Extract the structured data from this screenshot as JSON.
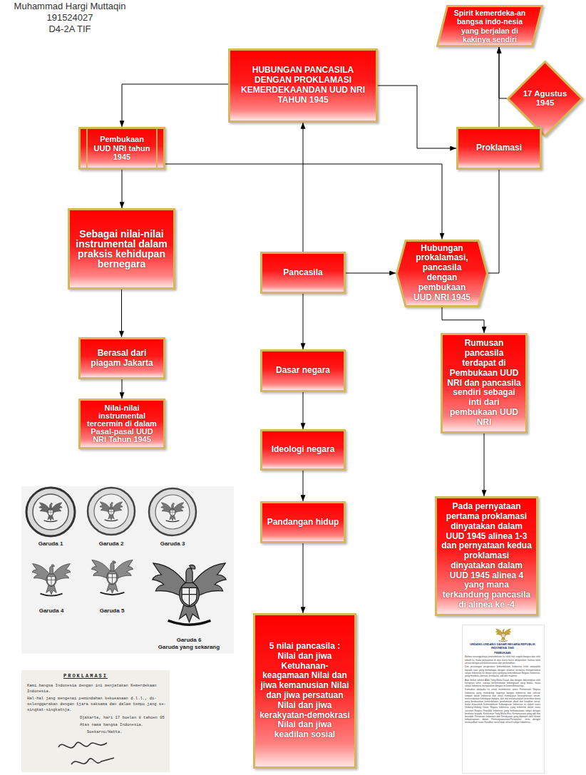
{
  "diagram": {
    "nodes": [
      {
        "text": [
          "Spirit kemerdeka-an bangsa indo-nesia yang berjalan di kakinya sendiri"
        ]
      },
      {
        "text": [
          "HUBUNGAN PANCASILA DENGAN PROKLAMASI KEMERDEKAANDAN UUD NRI TAHUN 1945"
        ]
      },
      {
        "text": [
          "17 Agustus 1945"
        ]
      },
      {
        "text": [
          "Pembukaan UUD NRI tahun 1945"
        ]
      },
      {
        "text": [
          "Proklamasi"
        ]
      },
      {
        "text": [
          "Sebagai nilai-nilai instrumental dalam praksis kehidupan bernegara"
        ]
      },
      {
        "text": [
          "Hubungan prokalamasi, pancasila dengan pembukaan UUD NRI 1945"
        ]
      },
      {
        "text": [
          "Pancasila"
        ]
      },
      {
        "text": [
          "Berasal dari piagam Jakarta"
        ]
      },
      {
        "text": [
          "Rumusan pancasila terdapat di Pembukaan UUD NRI dan pancasila sendiri sebagai inti dari pembukaan UUD NRI"
        ]
      },
      {
        "text": [
          "Dasar negara"
        ]
      },
      {
        "text": [
          "Nilai-nilai instrumental tercermin di dalam Pasal-pasal UUD NRI Tahun 1945"
        ]
      },
      {
        "text": [
          "Ideologi negara"
        ]
      },
      {
        "text": [
          "Pandangan hidup"
        ]
      },
      {
        "text": [
          "Pada pernyataan pertama proklamasi dinyatakan dalam UUD 1945 alinea 1-3 dan pernyataan kedua proklamasi dinyatakan dalam UUD 1945 alinea 4 yang mana terkandung pancasila di alinea ke -4"
        ]
      },
      {
        "text": [
          "5 nilai pancasila : Nilai dan jiwa Ketuhanan-keagamaan Nilai dan jiwa kemanusian Nilai dan jiwa persatuan Nilai dan jiwa kerakyatan-demokrasi Nilai dan jiwa keadilan sosial"
        ]
      }
    ],
    "edges": [
      {
        "from": 1,
        "to": 3,
        "arrow": "to"
      },
      {
        "from": 1,
        "to": 4,
        "arrow": "to"
      },
      {
        "from": 7,
        "to": 1,
        "arrow": "to"
      },
      {
        "from": 4,
        "to": 0,
        "arrow": "to"
      },
      {
        "from": 2,
        "to": 0,
        "arrow": "to"
      },
      {
        "from": 3,
        "to": 6,
        "arrow": "to"
      },
      {
        "from": 4,
        "to": 6,
        "arrow": "none"
      },
      {
        "from": 7,
        "to": 6,
        "arrow": "to"
      },
      {
        "from": 6,
        "to": 9,
        "arrow": "to"
      },
      {
        "from": 9,
        "to": 14,
        "arrow": "to"
      },
      {
        "from": 3,
        "to": 5,
        "arrow": "to"
      },
      {
        "from": 5,
        "to": 8,
        "arrow": "to"
      },
      {
        "from": 8,
        "to": 11,
        "arrow": "to"
      },
      {
        "from": 7,
        "to": 10,
        "arrow": "to"
      },
      {
        "from": 10,
        "to": 12,
        "arrow": "to"
      },
      {
        "from": 12,
        "to": 13,
        "arrow": "to"
      },
      {
        "from": 13,
        "to": 15,
        "arrow": "to"
      }
    ],
    "labels": [
      "Muhammad Hargi Muttaqin",
      "191524027",
      "D4-2A TIF",
      "Garuda 1",
      "Garuda 2",
      "Garuda 3",
      "Garuda 4",
      "Garuda 5",
      "Garuda 6",
      "Garuda yang sekarang",
      "PROKLAMASI",
      "Kami bangsa Indonesia dengan ini menjatakan Kemerdekaan Indonesia.",
      "Hal-hal jang mengenai pemindahan kekoeasaan d.l.l., di-selenggarakan dengan tjara saksama dan dalam tempo jang se-singkat-singkatnja.",
      "Djakarta, hari 17 boelan 8 tahoen 05",
      "Atas nama bangsa Indonesia.",
      "Soekarno/Hatta.",
      "UNDANG-UNDANG DASAR NEGARA REPUBLIK INDONESIA 1945",
      "PEMBUKAAN",
      "Bahwa sesungguhnya kemerdekaan itu ialah hak segala bangsa dan oleh sebab itu, maka penjajahan di atas dunia harus dihapuskan, karena tidak sesuai dengan perikemanusiaan dan perikeadilan.",
      "Dan perjuangan pergerakan kemerdekaan Indonesia telah sampailah kepada saat yang berbahagia dengan selamat sentausa mengantarkan rakyat Indonesia ke depan pintu gerbang kemerdekaan Negara Indonesia, yang merdeka, bersatu, berdaulat, adil dan makmur.",
      "Atas berkat rahmat Allah Yang Maha Kuasa dan dengan didorongkan oleh keinginan luhur, supaya berkehidupan kebangsaan yang bebas, maka rakyat Indonesia menyatakan dengan ini kemerdekaannya.",
      "Kemudian daripada itu untuk membentuk suatu Pemerintah Negara Indonesia yang melindungi segenap bangsa Indonesia dan seluruh tumpah darah Indonesia dan untuk memajukan kesejahteraan umum, mencerdaskan kehidupan bangsa, dan ikut melaksanakan ketertiban dunia yang berdasarkan kemerdekaan, perdamaian abadi dan keadilan sosial, maka disusunlah Kemerdekaan Kebangsaan Indonesia itu dalam suatu Undang-Undang Dasar Negara Indonesia, yang terbentuk dalam suatu susunan Negara Republik Indonesia yang berkedaulatan rakyat dengan berdasar kepada: Ketuhanan Yang Maha Esa, Kemanusiaan yang adil dan beradab, Persatuan Indonesia dan Kerakyatan yang dipimpin oleh hikmat kebijaksanaan dalam Permusyawaratan/Perwakilan, serta dengan mewujudkan suatu Keadilan sosial bagi seluruh rakyat Indonesia."
    ]
  }
}
